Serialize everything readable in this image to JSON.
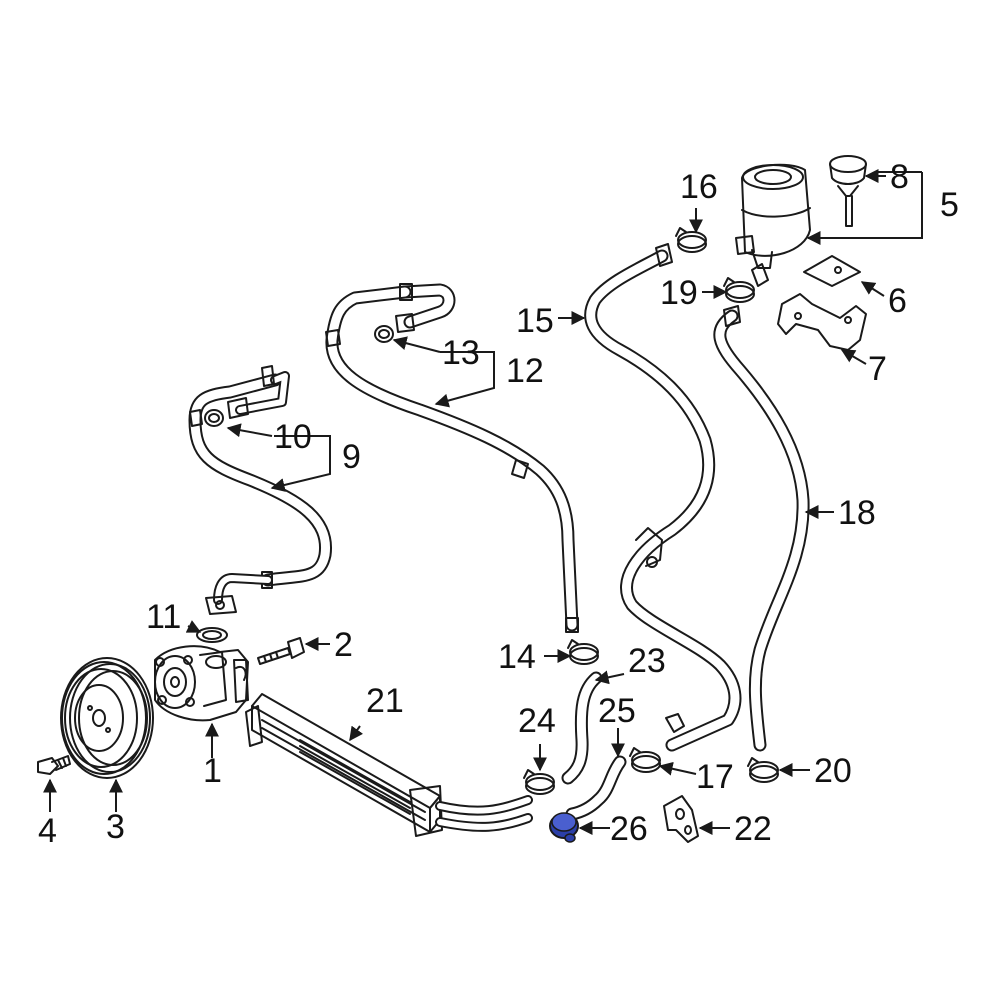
{
  "callouts": {
    "c1": "1",
    "c2": "2",
    "c3": "3",
    "c4": "4",
    "c5": "5",
    "c6": "6",
    "c7": "7",
    "c8": "8",
    "c9": "9",
    "c10": "10",
    "c11": "11",
    "c12": "12",
    "c13": "13",
    "c14": "14",
    "c15": "15",
    "c16": "16",
    "c17": "17",
    "c18": "18",
    "c19": "19",
    "c20": "20",
    "c21": "21",
    "c22": "22",
    "c23": "23",
    "c24": "24",
    "c25": "25",
    "c26": "26"
  },
  "highlight": {
    "part": "26",
    "color": "#2b3fa8"
  }
}
